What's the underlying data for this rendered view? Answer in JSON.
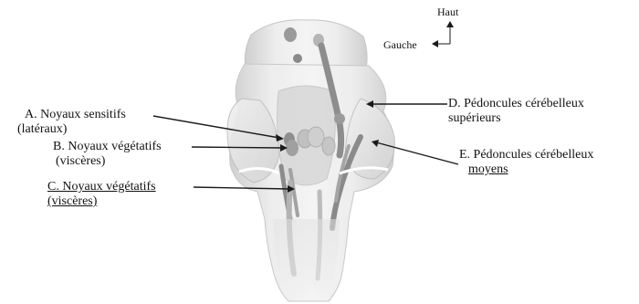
{
  "orientation": {
    "up_label": "Haut",
    "left_label": "Gauche"
  },
  "labels": {
    "a_line1": "A. Noyaux sensitifs",
    "a_line2": "(latéraux)",
    "b_line1": "B. Noyaux végétatifs",
    "b_line2": "(viscères)",
    "c_line1": "C. Noyaux végétatifs",
    "c_line2": "(viscères)",
    "d_line1": "D. Pédoncules cérébelleux",
    "d_line2": "supérieurs",
    "e_line1": "E. Pédoncules cérébelleux",
    "e_line2": "moyens"
  },
  "colors": {
    "tissue_light": "#ececec",
    "tissue_mid": "#d6d6d6",
    "tissue_shadow": "#b8b8b8",
    "tract_dark": "#8f8f8f",
    "nucleus_gray": "#9a9a9a",
    "line": "#1a1a1a"
  }
}
